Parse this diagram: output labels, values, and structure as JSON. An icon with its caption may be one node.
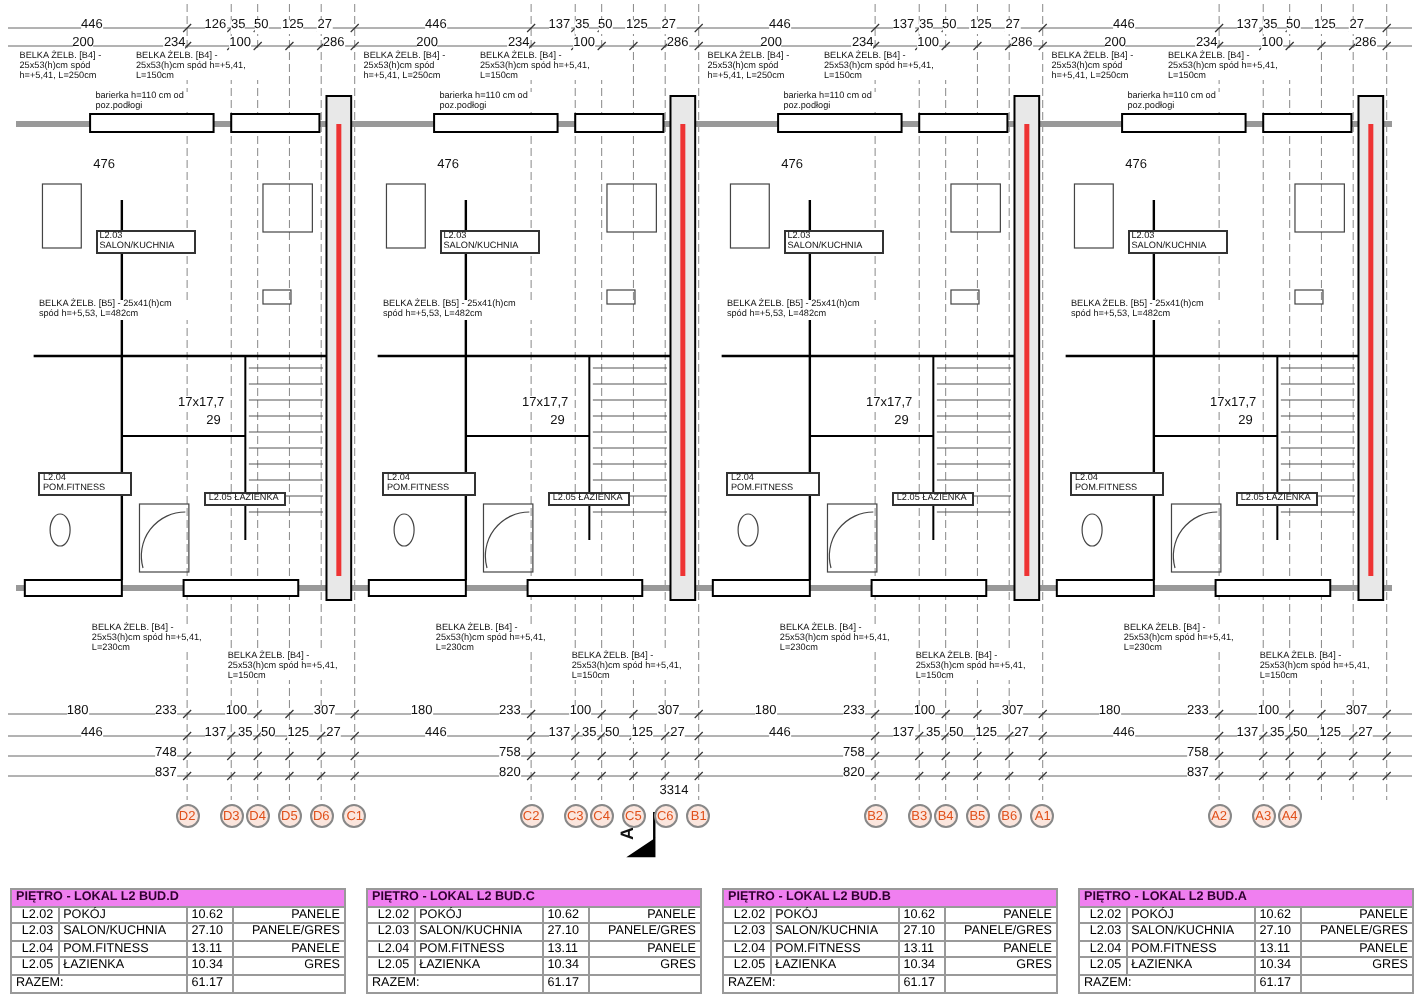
{
  "diagram": {
    "nodes": [
      {
        "text": [
          "D2"
        ]
      },
      {
        "text": [
          "D3"
        ]
      },
      {
        "text": [
          "D4"
        ]
      },
      {
        "text": [
          "D5"
        ]
      },
      {
        "text": [
          "D6"
        ]
      },
      {
        "text": [
          "C1"
        ]
      },
      {
        "text": [
          "C2"
        ]
      },
      {
        "text": [
          "C3"
        ]
      },
      {
        "text": [
          "C4"
        ]
      },
      {
        "text": [
          "C5"
        ]
      },
      {
        "text": [
          "C6"
        ]
      },
      {
        "text": [
          "B1"
        ]
      },
      {
        "text": [
          "B2"
        ]
      },
      {
        "text": [
          "B3"
        ]
      },
      {
        "text": [
          "B4"
        ]
      },
      {
        "text": [
          "B5"
        ]
      },
      {
        "text": [
          "B6"
        ]
      },
      {
        "text": [
          "A1"
        ]
      },
      {
        "text": [
          "A2"
        ]
      },
      {
        "text": [
          "A3"
        ]
      },
      {
        "text": [
          "A4"
        ]
      }
    ],
    "labels": [
      "446",
      "126",
      "35",
      "50",
      "125",
      "27",
      "200",
      "234",
      "100",
      "286",
      "BELKA ŻELB. [B4] - 25x53(h)cm spód h=+5,41, L=250cm",
      "BELKA ŻELB. [B4] - 25x53(h)cm spód h=+5,41, L=150cm",
      "barierka h=110 cm od poz.podłogi",
      "476",
      "L2.03 SALON/KUCHNIA",
      "BELKA ŻELB. [B5] - 25x41(h)cm spód h=+5,53, L=482cm",
      "17x17,7",
      "29",
      "L2.04 POM.FITNESS",
      "L2.05 ŁAZIENKA",
      "BELKA ŻELB. [B4] - 25x53(h)cm spód h=+5,41, L=230cm",
      "BELKA ŻELB. [B4] - 25x53(h)cm spód h=+5,41, L=150cm",
      "180",
      "233",
      "100",
      "307",
      "446",
      "137",
      "35",
      "50",
      "125",
      "27",
      "748",
      "837",
      "446",
      "137",
      "35",
      "50",
      "125",
      "27",
      "200",
      "234",
      "100",
      "286",
      "BELKA ŻELB. [B4] - 25x53(h)cm spód h=+5,41, L=250cm",
      "BELKA ŻELB. [B4] - 25x53(h)cm spód h=+5,41, L=150cm",
      "barierka h=110 cm od poz.podłogi",
      "476",
      "L2.03 SALON/KUCHNIA",
      "BELKA ŻELB. [B5] - 25x41(h)cm spód h=+5,53, L=482cm",
      "17x17,7",
      "29",
      "L2.04 POM.FITNESS",
      "L2.05 ŁAZIENKA",
      "BELKA ŻELB. [B4] - 25x53(h)cm spód h=+5,41, L=230cm",
      "BELKA ŻELB. [B4] - 25x53(h)cm spód h=+5,41, L=150cm",
      "180",
      "233",
      "100",
      "307",
      "446",
      "137",
      "35",
      "50",
      "125",
      "27",
      "758",
      "820",
      "446",
      "137",
      "35",
      "50",
      "125",
      "27",
      "200",
      "234",
      "100",
      "286",
      "BELKA ŻELB. [B4] - 25x53(h)cm spód h=+5,41, L=250cm",
      "BELKA ŻELB. [B4] - 25x53(h)cm spód h=+5,41, L=150cm",
      "barierka h=110 cm od poz.podłogi",
      "476",
      "L2.03 SALON/KUCHNIA",
      "BELKA ŻELB. [B5] - 25x41(h)cm spód h=+5,53, L=482cm",
      "17x17,7",
      "29",
      "L2.04 POM.FITNESS",
      "L2.05 ŁAZIENKA",
      "BELKA ŻELB. [B4] - 25x53(h)cm spód h=+5,41, L=230cm",
      "BELKA ŻELB. [B4] - 25x53(h)cm spód h=+5,41, L=150cm",
      "180",
      "233",
      "100",
      "307",
      "446",
      "137",
      "35",
      "50",
      "125",
      "27",
      "758",
      "820",
      "446",
      "137",
      "35",
      "50",
      "125",
      "27",
      "200",
      "234",
      "100",
      "286",
      "BELKA ŻELB. [B4] - 25x53(h)cm spód h=+5,41, L=250cm",
      "BELKA ŻELB. [B4] - 25x53(h)cm spód h=+5,41, L=150cm",
      "barierka h=110 cm od poz.podłogi",
      "476",
      "L2.03 SALON/KUCHNIA",
      "BELKA ŻELB. [B5] - 25x41(h)cm spód h=+5,53, L=482cm",
      "17x17,7",
      "29",
      "L2.04 POM.FITNESS",
      "L2.05 ŁAZIENKA",
      "BELKA ŻELB. [B4] - 25x53(h)cm spód h=+5,41, L=230cm",
      "BELKA ŻELB. [B4] - 25x53(h)cm spód h=+5,41, L=150cm",
      "180",
      "233",
      "100",
      "307",
      "446",
      "137",
      "35",
      "50",
      "125",
      "27",
      "758",
      "837",
      "A",
      "3314",
      "PIĘTRO - LOKAL L2 BUD.D",
      "L2.02",
      "POKÓJ",
      "10.62",
      "PANELE",
      "L2.03",
      "SALON/KUCHNIA",
      "27.10",
      "PANELE/GRES",
      "L2.04",
      "POM.FITNESS",
      "13.11",
      "PANELE",
      "L2.05",
      "ŁAZIENKA",
      "10.34",
      "GRES",
      "RAZEM:",
      "61.17",
      "PIĘTRO - LOKAL L2 BUD.C",
      "L2.02",
      "POKÓJ",
      "10.62",
      "PANELE",
      "L2.03",
      "SALON/KUCHNIA",
      "27.10",
      "PANELE/GRES",
      "L2.04",
      "POM.FITNESS",
      "13.11",
      "PANELE",
      "L2.05",
      "ŁAZIENKA",
      "10.34",
      "GRES",
      "RAZEM:",
      "61.17",
      "PIĘTRO - LOKAL L2 BUD.B",
      "L2.02",
      "POKÓJ",
      "10.62",
      "PANELE",
      "L2.03",
      "SALON/KUCHNIA",
      "27.10",
      "PANELE/GRES",
      "L2.04",
      "POM.FITNESS",
      "13.11",
      "PANELE",
      "L2.05",
      "ŁAZIENKA",
      "10.34",
      "GRES",
      "RAZEM:",
      "61.17",
      "PIĘTRO - LOKAL L2 BUD.A",
      "L2.02",
      "POKÓJ",
      "10.62",
      "PANELE",
      "L2.03",
      "SALON/KUCHNIA",
      "27.10",
      "PANELE/GRES",
      "L2.04",
      "POM.FITNESS",
      "13.11",
      "PANELE",
      "L2.05",
      "ŁAZIENKA",
      "10.34",
      "GRES",
      "RAZEM:",
      "61.17"
    ]
  }
}
